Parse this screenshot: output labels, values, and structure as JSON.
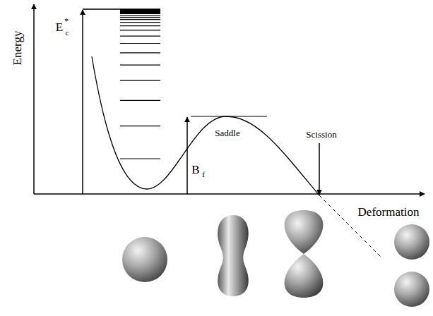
{
  "diagram": {
    "labels": [
      "Energy",
      "E",
      "*",
      "c",
      "B",
      "f",
      "Saddle",
      "Scission",
      "Deformation"
    ]
  }
}
